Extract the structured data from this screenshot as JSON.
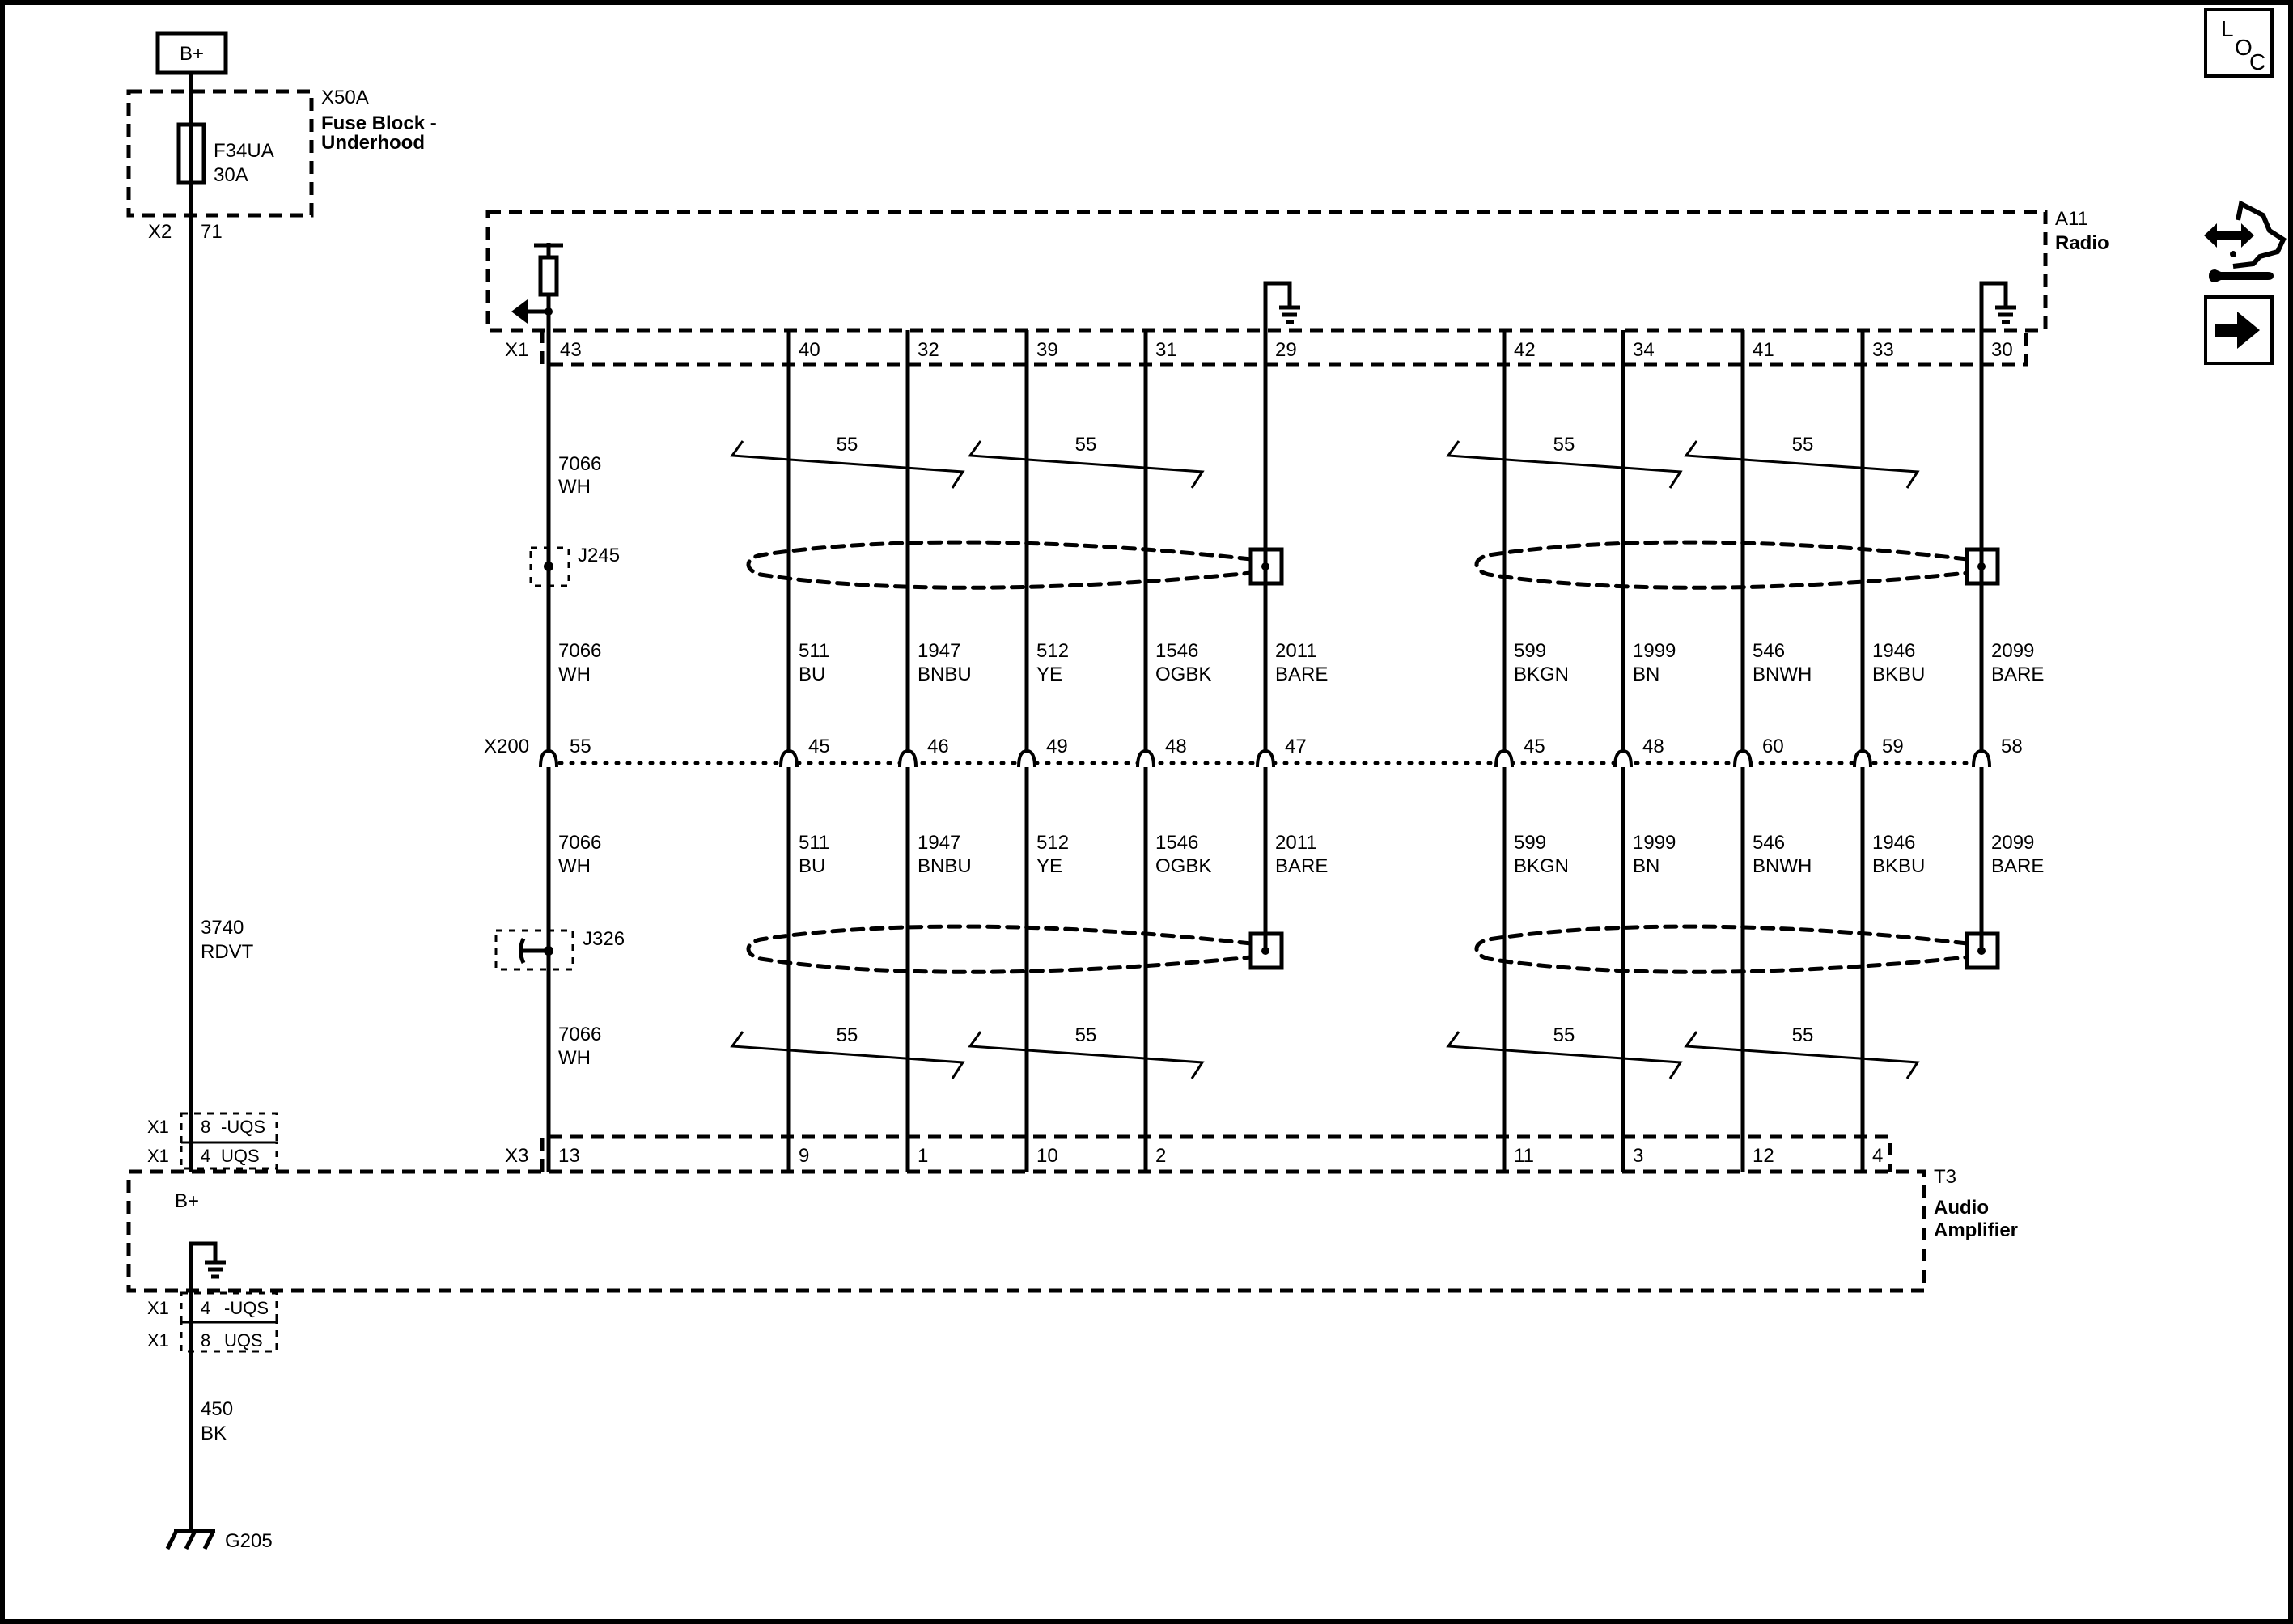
{
  "power_source": {
    "label": "B+"
  },
  "fuse_block": {
    "id": "X50A",
    "name_line1": "Fuse Block -",
    "name_line2": "Underhood",
    "fuse_id": "F34UA",
    "fuse_rating": "30A",
    "connector": "X2",
    "pin": "71"
  },
  "feed_wire": {
    "circuit": "3740",
    "color": "RDVT"
  },
  "radio": {
    "id": "A11",
    "name": "Radio",
    "connector": "X1",
    "pins": [
      "43",
      "40",
      "32",
      "39",
      "31",
      "29",
      "42",
      "34",
      "41",
      "33",
      "30"
    ]
  },
  "wires": [
    {
      "circuit": "7066",
      "color": "WH",
      "radio_pin": "43",
      "x200_pin": "55",
      "amp_pin": "13"
    },
    {
      "circuit": "511",
      "color": "BU",
      "radio_pin": "40",
      "x200_pin": "45",
      "amp_pin": "9"
    },
    {
      "circuit": "1947",
      "color": "BNBU",
      "radio_pin": "32",
      "x200_pin": "46",
      "amp_pin": "1"
    },
    {
      "circuit": "512",
      "color": "YE",
      "radio_pin": "39",
      "x200_pin": "49",
      "amp_pin": "10"
    },
    {
      "circuit": "1546",
      "color": "OGBK",
      "radio_pin": "31",
      "x200_pin": "48",
      "amp_pin": "2"
    },
    {
      "circuit": "2011",
      "color": "BARE",
      "radio_pin": "29",
      "x200_pin": "47",
      "amp_pin": ""
    },
    {
      "circuit": "599",
      "color": "BKGN",
      "radio_pin": "42",
      "x200_pin": "45",
      "amp_pin": "11"
    },
    {
      "circuit": "1999",
      "color": "BN",
      "radio_pin": "34",
      "x200_pin": "48",
      "amp_pin": "3"
    },
    {
      "circuit": "546",
      "color": "BNWH",
      "radio_pin": "41",
      "x200_pin": "60",
      "amp_pin": "12"
    },
    {
      "circuit": "1946",
      "color": "BKBU",
      "radio_pin": "33",
      "x200_pin": "59",
      "amp_pin": "4"
    },
    {
      "circuit": "2099",
      "color": "BARE",
      "radio_pin": "30",
      "x200_pin": "58",
      "amp_pin": ""
    }
  ],
  "twist_label": "55",
  "splices": {
    "upper": "J245",
    "lower": "J326"
  },
  "inline_connector": {
    "id": "X200"
  },
  "amplifier": {
    "id": "T3",
    "name_line1": "Audio",
    "name_line2": "Amplifier",
    "connector": "X3",
    "power_label": "B+",
    "power_pins": [
      {
        "connector": "X1",
        "pin": "8",
        "option": "-UQS"
      },
      {
        "connector": "X1",
        "pin": "4",
        "option": "UQS"
      }
    ],
    "ground_pins": [
      {
        "connector": "X1",
        "pin": "4",
        "option": "-UQS"
      },
      {
        "connector": "X1",
        "pin": "8",
        "option": "UQS"
      }
    ]
  },
  "ground_wire": {
    "circuit": "450",
    "color": "BK"
  },
  "ground": {
    "id": "G205"
  },
  "side_icons": {
    "loc": {
      "line1": "L",
      "line2": "O",
      "line3": "C",
      "icon": "location-icon"
    },
    "service": {
      "icon": "wrench-connector-icon"
    },
    "next": {
      "icon": "arrow-right-icon"
    }
  }
}
